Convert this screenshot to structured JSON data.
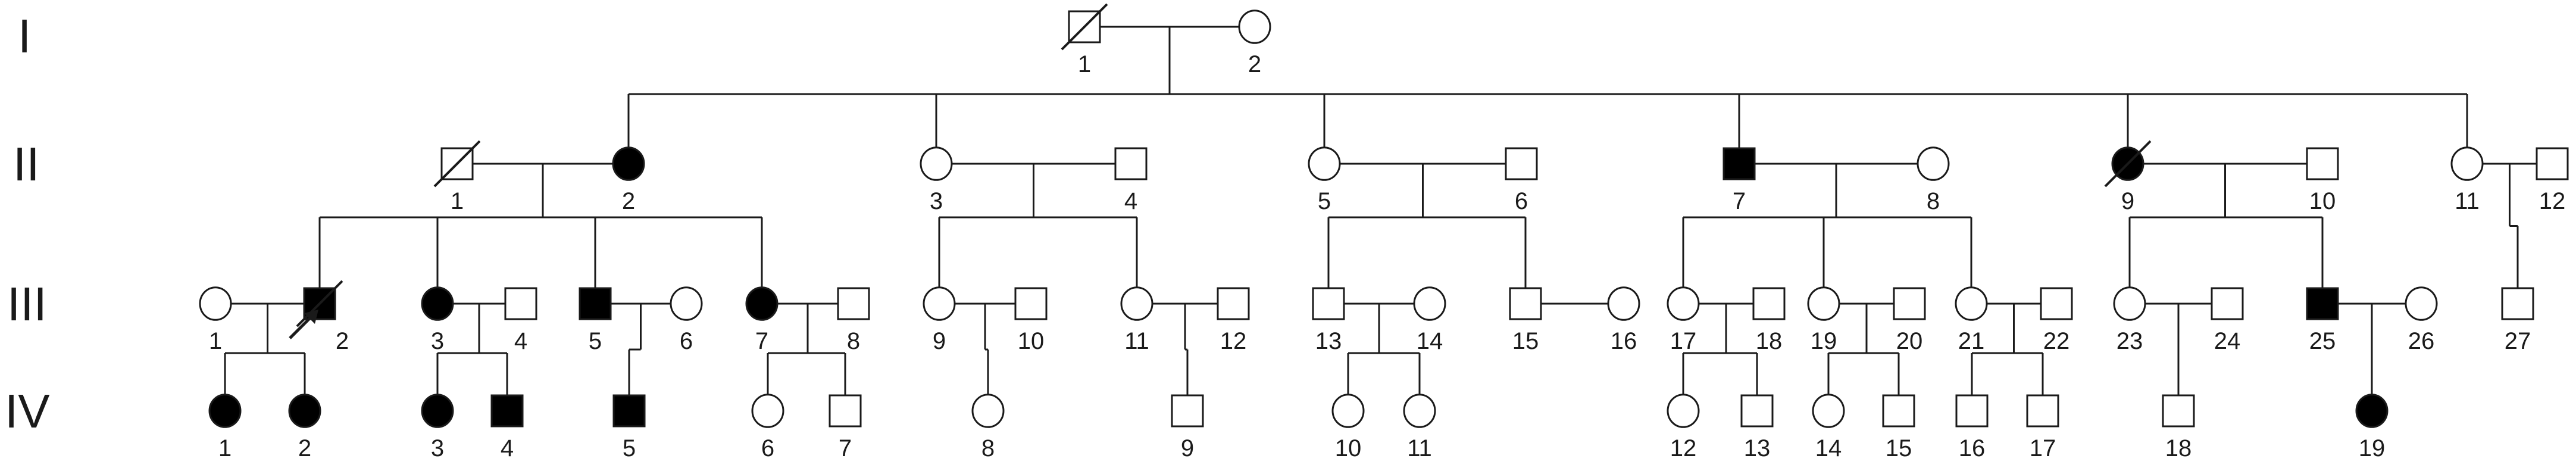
{
  "generations": [
    {
      "id": "I",
      "label": "I"
    },
    {
      "id": "II",
      "label": "II"
    },
    {
      "id": "III",
      "label": "III"
    },
    {
      "id": "IV",
      "label": "IV"
    }
  ],
  "individuals": [
    {
      "id": "I-1",
      "gen": "I",
      "label": "1",
      "sex": "male",
      "affected": false,
      "deceased": true
    },
    {
      "id": "I-2",
      "gen": "I",
      "label": "2",
      "sex": "female",
      "affected": false,
      "deceased": false
    },
    {
      "id": "II-1",
      "gen": "II",
      "label": "1",
      "sex": "male",
      "affected": false,
      "deceased": true
    },
    {
      "id": "II-2",
      "gen": "II",
      "label": "2",
      "sex": "female",
      "affected": true,
      "deceased": false
    },
    {
      "id": "II-3",
      "gen": "II",
      "label": "3",
      "sex": "female",
      "affected": false,
      "deceased": false
    },
    {
      "id": "II-4",
      "gen": "II",
      "label": "4",
      "sex": "male",
      "affected": false,
      "deceased": false
    },
    {
      "id": "II-5",
      "gen": "II",
      "label": "5",
      "sex": "female",
      "affected": false,
      "deceased": false
    },
    {
      "id": "II-6",
      "gen": "II",
      "label": "6",
      "sex": "male",
      "affected": false,
      "deceased": false
    },
    {
      "id": "II-7",
      "gen": "II",
      "label": "7",
      "sex": "male",
      "affected": true,
      "deceased": false
    },
    {
      "id": "II-8",
      "gen": "II",
      "label": "8",
      "sex": "female",
      "affected": false,
      "deceased": false
    },
    {
      "id": "II-9",
      "gen": "II",
      "label": "9",
      "sex": "female",
      "affected": true,
      "deceased": true
    },
    {
      "id": "II-10",
      "gen": "II",
      "label": "10",
      "sex": "male",
      "affected": false,
      "deceased": false
    },
    {
      "id": "II-11",
      "gen": "II",
      "label": "11",
      "sex": "female",
      "affected": false,
      "deceased": false
    },
    {
      "id": "II-12",
      "gen": "II",
      "label": "12",
      "sex": "male",
      "affected": false,
      "deceased": false
    },
    {
      "id": "III-1",
      "gen": "III",
      "label": "1",
      "sex": "female",
      "affected": false,
      "deceased": false
    },
    {
      "id": "III-2",
      "gen": "III",
      "label": "2",
      "sex": "male",
      "affected": true,
      "deceased": true,
      "proband": true
    },
    {
      "id": "III-3",
      "gen": "III",
      "label": "3",
      "sex": "female",
      "affected": true,
      "deceased": false
    },
    {
      "id": "III-4",
      "gen": "III",
      "label": "4",
      "sex": "male",
      "affected": false,
      "deceased": false
    },
    {
      "id": "III-5",
      "gen": "III",
      "label": "5",
      "sex": "male",
      "affected": true,
      "deceased": false
    },
    {
      "id": "III-6",
      "gen": "III",
      "label": "6",
      "sex": "female",
      "affected": false,
      "deceased": false
    },
    {
      "id": "III-7",
      "gen": "III",
      "label": "7",
      "sex": "female",
      "affected": true,
      "deceased": false
    },
    {
      "id": "III-8",
      "gen": "III",
      "label": "8",
      "sex": "male",
      "affected": false,
      "deceased": false
    },
    {
      "id": "III-9",
      "gen": "III",
      "label": "9",
      "sex": "female",
      "affected": false,
      "deceased": false
    },
    {
      "id": "III-10",
      "gen": "III",
      "label": "10",
      "sex": "male",
      "affected": false,
      "deceased": false
    },
    {
      "id": "III-11",
      "gen": "III",
      "label": "11",
      "sex": "female",
      "affected": false,
      "deceased": false
    },
    {
      "id": "III-12",
      "gen": "III",
      "label": "12",
      "sex": "male",
      "affected": false,
      "deceased": false
    },
    {
      "id": "III-13",
      "gen": "III",
      "label": "13",
      "sex": "male",
      "affected": false,
      "deceased": false
    },
    {
      "id": "III-14",
      "gen": "III",
      "label": "14",
      "sex": "female",
      "affected": false,
      "deceased": false
    },
    {
      "id": "III-15",
      "gen": "III",
      "label": "15",
      "sex": "male",
      "affected": false,
      "deceased": false
    },
    {
      "id": "III-16",
      "gen": "III",
      "label": "16",
      "sex": "female",
      "affected": false,
      "deceased": false
    },
    {
      "id": "III-17",
      "gen": "III",
      "label": "17",
      "sex": "female",
      "affected": false,
      "deceased": false
    },
    {
      "id": "III-18",
      "gen": "III",
      "label": "18",
      "sex": "male",
      "affected": false,
      "deceased": false
    },
    {
      "id": "III-19",
      "gen": "III",
      "label": "19",
      "sex": "female",
      "affected": false,
      "deceased": false
    },
    {
      "id": "III-20",
      "gen": "III",
      "label": "20",
      "sex": "male",
      "affected": false,
      "deceased": false
    },
    {
      "id": "III-21",
      "gen": "III",
      "label": "21",
      "sex": "female",
      "affected": false,
      "deceased": false
    },
    {
      "id": "III-22",
      "gen": "III",
      "label": "22",
      "sex": "male",
      "affected": false,
      "deceased": false
    },
    {
      "id": "III-23",
      "gen": "III",
      "label": "23",
      "sex": "female",
      "affected": false,
      "deceased": false
    },
    {
      "id": "III-24",
      "gen": "III",
      "label": "24",
      "sex": "male",
      "affected": false,
      "deceased": false
    },
    {
      "id": "III-25",
      "gen": "III",
      "label": "25",
      "sex": "male",
      "affected": true,
      "deceased": false
    },
    {
      "id": "III-26",
      "gen": "III",
      "label": "26",
      "sex": "female",
      "affected": false,
      "deceased": false
    },
    {
      "id": "III-27",
      "gen": "III",
      "label": "27",
      "sex": "male",
      "affected": false,
      "deceased": false
    },
    {
      "id": "IV-1",
      "gen": "IV",
      "label": "1",
      "sex": "female",
      "affected": true,
      "deceased": false
    },
    {
      "id": "IV-2",
      "gen": "IV",
      "label": "2",
      "sex": "female",
      "affected": true,
      "deceased": false
    },
    {
      "id": "IV-3",
      "gen": "IV",
      "label": "3",
      "sex": "female",
      "affected": true,
      "deceased": false
    },
    {
      "id": "IV-4",
      "gen": "IV",
      "label": "4",
      "sex": "male",
      "affected": true,
      "deceased": false
    },
    {
      "id": "IV-5",
      "gen": "IV",
      "label": "5",
      "sex": "male",
      "affected": true,
      "deceased": false
    },
    {
      "id": "IV-6",
      "gen": "IV",
      "label": "6",
      "sex": "female",
      "affected": false,
      "deceased": false
    },
    {
      "id": "IV-7",
      "gen": "IV",
      "label": "7",
      "sex": "male",
      "affected": false,
      "deceased": false
    },
    {
      "id": "IV-8",
      "gen": "IV",
      "label": "8",
      "sex": "female",
      "affected": false,
      "deceased": false
    },
    {
      "id": "IV-9",
      "gen": "IV",
      "label": "9",
      "sex": "male",
      "affected": false,
      "deceased": false
    },
    {
      "id": "IV-10",
      "gen": "IV",
      "label": "10",
      "sex": "female",
      "affected": false,
      "deceased": false
    },
    {
      "id": "IV-11",
      "gen": "IV",
      "label": "11",
      "sex": "female",
      "affected": false,
      "deceased": false
    },
    {
      "id": "IV-12",
      "gen": "IV",
      "label": "12",
      "sex": "female",
      "affected": false,
      "deceased": false
    },
    {
      "id": "IV-13",
      "gen": "IV",
      "label": "13",
      "sex": "male",
      "affected": false,
      "deceased": false
    },
    {
      "id": "IV-14",
      "gen": "IV",
      "label": "14",
      "sex": "female",
      "affected": false,
      "deceased": false
    },
    {
      "id": "IV-15",
      "gen": "IV",
      "label": "15",
      "sex": "male",
      "affected": false,
      "deceased": false
    },
    {
      "id": "IV-16",
      "gen": "IV",
      "label": "16",
      "sex": "male",
      "affected": false,
      "deceased": false
    },
    {
      "id": "IV-17",
      "gen": "IV",
      "label": "17",
      "sex": "male",
      "affected": false,
      "deceased": false
    },
    {
      "id": "IV-18",
      "gen": "IV",
      "label": "18",
      "sex": "male",
      "affected": false,
      "deceased": false
    },
    {
      "id": "IV-19",
      "gen": "IV",
      "label": "19",
      "sex": "female",
      "affected": true,
      "deceased": false
    }
  ],
  "couples": [
    {
      "a": "I-1",
      "b": "I-2",
      "children": [
        "II-2",
        "II-3",
        "II-5",
        "II-7",
        "II-9",
        "II-11"
      ]
    },
    {
      "a": "II-1",
      "b": "II-2",
      "children": [
        "III-2",
        "III-3",
        "III-5",
        "III-7"
      ]
    },
    {
      "a": "II-3",
      "b": "II-4",
      "children": [
        "III-9",
        "III-11"
      ]
    },
    {
      "a": "II-5",
      "b": "II-6",
      "children": [
        "III-13",
        "III-15"
      ]
    },
    {
      "a": "II-7",
      "b": "II-8",
      "children": [
        "III-17",
        "III-19",
        "III-21"
      ]
    },
    {
      "a": "II-9",
      "b": "II-10",
      "children": [
        "III-23",
        "III-25"
      ]
    },
    {
      "a": "II-11",
      "b": "II-12",
      "children": [
        "III-27"
      ]
    },
    {
      "a": "III-1",
      "b": "III-2",
      "children": [
        "IV-1",
        "IV-2"
      ]
    },
    {
      "a": "III-3",
      "b": "III-4",
      "children": [
        "IV-3",
        "IV-4"
      ]
    },
    {
      "a": "III-5",
      "b": "III-6",
      "children": [
        "IV-5"
      ]
    },
    {
      "a": "III-7",
      "b": "III-8",
      "children": [
        "IV-6",
        "IV-7"
      ]
    },
    {
      "a": "III-9",
      "b": "III-10",
      "children": [
        "IV-8"
      ]
    },
    {
      "a": "III-11",
      "b": "III-12",
      "children": [
        "IV-9"
      ]
    },
    {
      "a": "III-13",
      "b": "III-14",
      "children": [
        "IV-10",
        "IV-11"
      ]
    },
    {
      "a": "III-15",
      "b": "III-16",
      "children": []
    },
    {
      "a": "III-17",
      "b": "III-18",
      "children": [
        "IV-12",
        "IV-13"
      ]
    },
    {
      "a": "III-19",
      "b": "III-20",
      "children": [
        "IV-14",
        "IV-15"
      ]
    },
    {
      "a": "III-21",
      "b": "III-22",
      "children": [
        "IV-16",
        "IV-17"
      ]
    },
    {
      "a": "III-23",
      "b": "III-24",
      "children": [
        "IV-18"
      ]
    },
    {
      "a": "III-25",
      "b": "III-26",
      "children": [
        "IV-19"
      ]
    }
  ],
  "colors": {
    "affected": "#000000",
    "unaffected": "#ffffff",
    "line": "#1a1a1a"
  }
}
